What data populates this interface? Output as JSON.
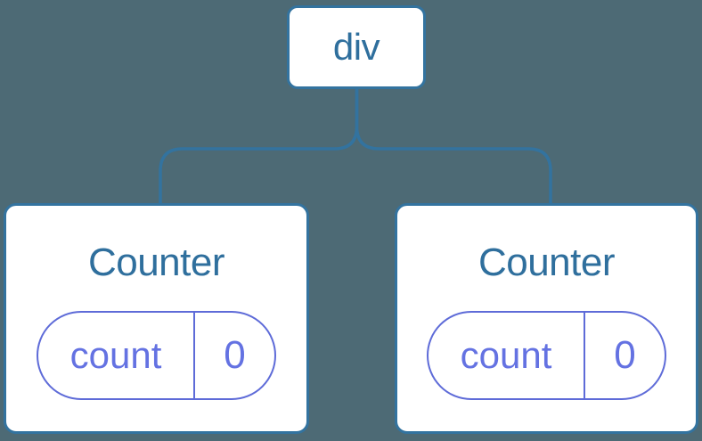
{
  "diagram": {
    "description_colors": {
      "background": "#4D6A75",
      "node_fill": "#FFFFFF",
      "tree_stroke": "#33739F",
      "label_text": "#2F6F9D",
      "state_border": "#5E6BD8",
      "state_text": "#6472E2"
    },
    "tree": {
      "root": {
        "label": "div"
      },
      "children": [
        {
          "title": "Counter",
          "state": {
            "key": "count",
            "value": "0"
          }
        },
        {
          "title": "Counter",
          "state": {
            "key": "count",
            "value": "0"
          }
        }
      ]
    }
  }
}
